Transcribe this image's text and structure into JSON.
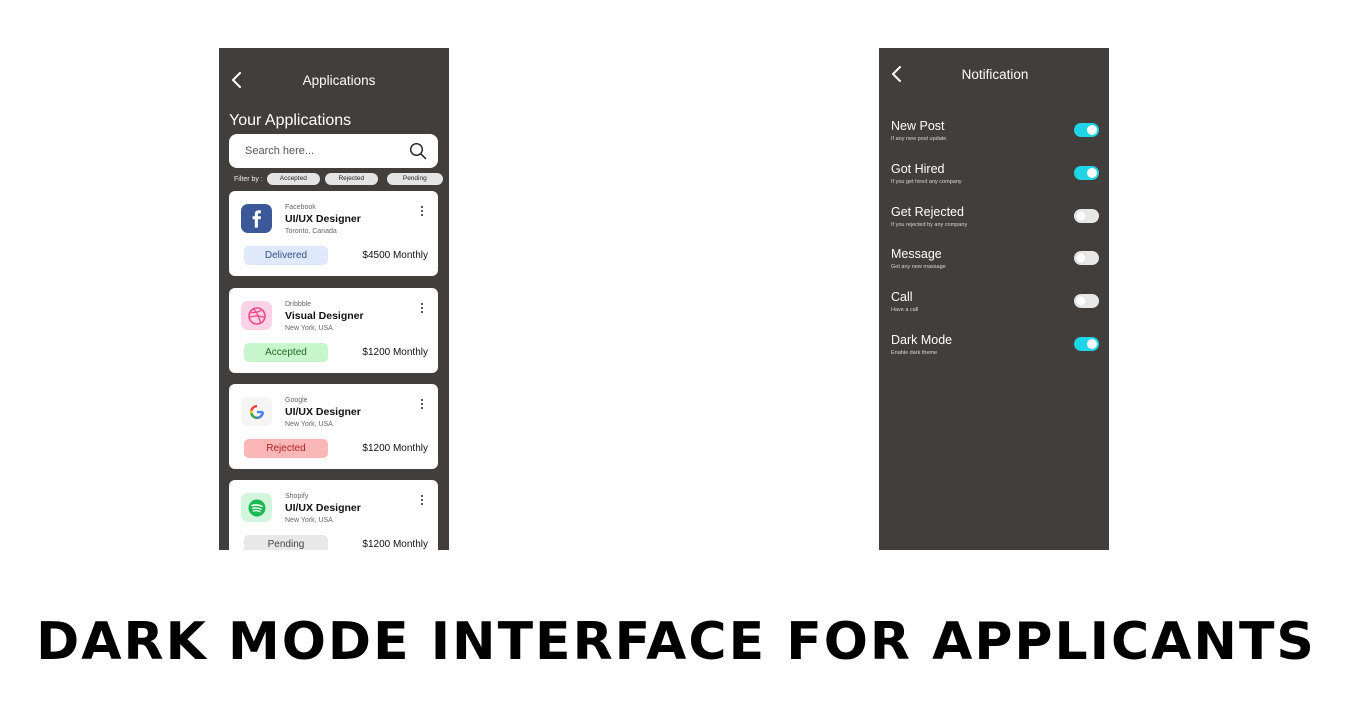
{
  "applications_screen": {
    "title": "Applications",
    "heading": "Your Applications",
    "search": {
      "placeholder": "Search here..."
    },
    "filter": {
      "label": "Filter by :",
      "chips": [
        "Accepted",
        "Rejected",
        "Pending"
      ]
    },
    "cards": [
      {
        "company": "Facebook",
        "role": "UI/UX Designer",
        "location": "Toronto, Canada",
        "status": "Delivered",
        "salary": "$4500 Monthly",
        "icon": "facebook-logo-icon"
      },
      {
        "company": "Dribbble",
        "role": "Visual Designer",
        "location": "New York, USA",
        "status": "Accepted",
        "salary": "$1200 Monthly",
        "icon": "dribbble-logo-icon"
      },
      {
        "company": "Google",
        "role": "UI/UX Designer",
        "location": "New York, USA",
        "status": "Rejected",
        "salary": "$1200 Monthly",
        "icon": "google-logo-icon"
      },
      {
        "company": "Shopify",
        "role": "UI/UX Designer",
        "location": "New York, USA",
        "status": "Pending",
        "salary": "$1200 Monthly",
        "icon": "spotify-logo-icon"
      }
    ]
  },
  "notification_screen": {
    "title": "Notification",
    "items": [
      {
        "title": "New Post",
        "subtitle": "If any new post update",
        "enabled": true
      },
      {
        "title": "Got Hired",
        "subtitle": "If you get hired any company",
        "enabled": true
      },
      {
        "title": "Get Rejected",
        "subtitle": "If you rejected by any company",
        "enabled": false
      },
      {
        "title": "Message",
        "subtitle": "Got any new massage",
        "enabled": false
      },
      {
        "title": "Call",
        "subtitle": "Have a call",
        "enabled": false
      },
      {
        "title": "Dark Mode",
        "subtitle": "Enable dark theme",
        "enabled": true
      }
    ]
  },
  "headline": "DARK MODE INTERFACE FOR APPLICANTS",
  "colors": {
    "screen_background": "#423e3b",
    "toggle_on": "#1ed4e6",
    "toggle_off": "#e8e8e8",
    "facebook_blue": "#3b5998",
    "dribbble_pink": "#ea4c89",
    "spotify_green": "#1db954"
  }
}
